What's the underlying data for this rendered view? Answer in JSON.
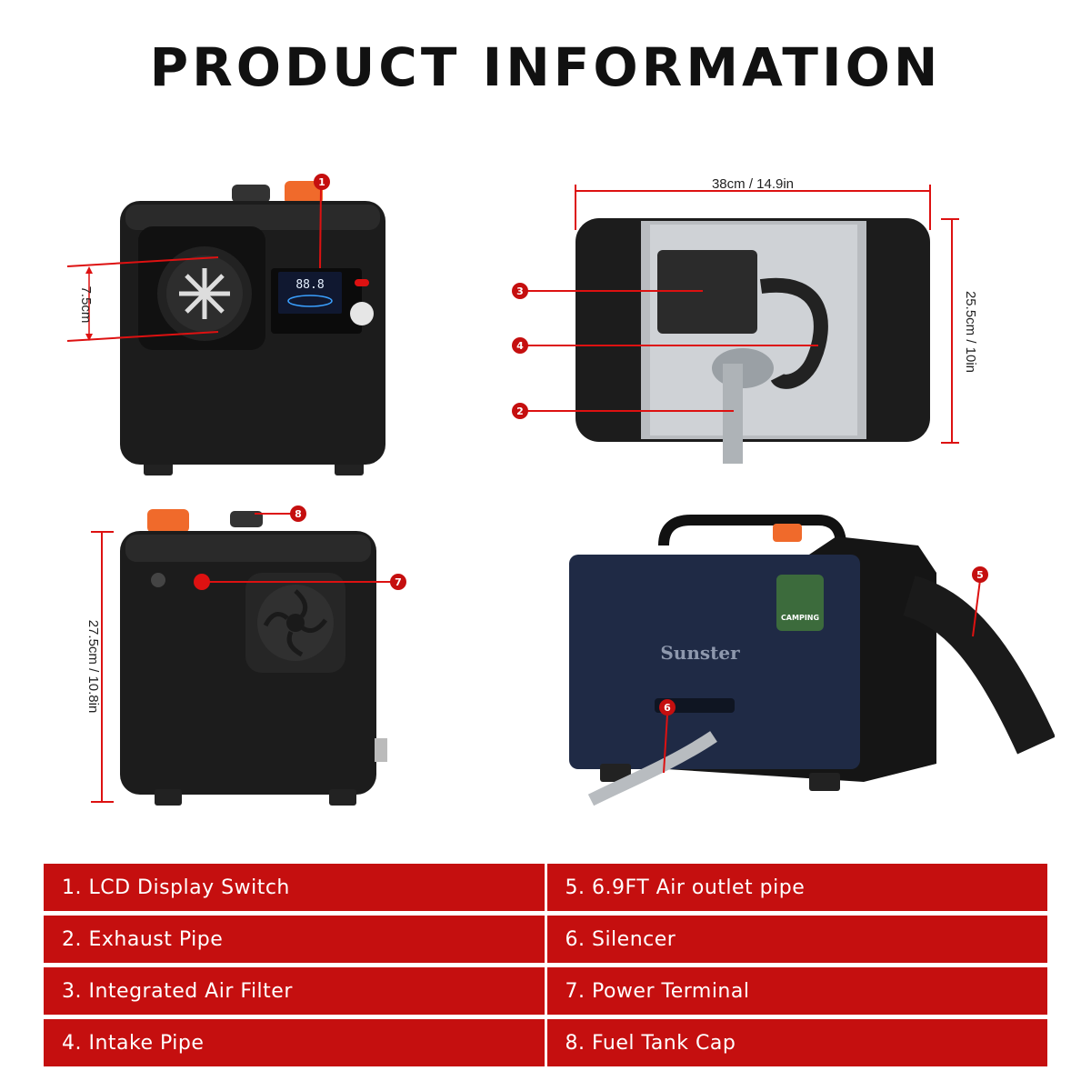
{
  "title": "PRODUCT INFORMATION",
  "dimensions": {
    "front_vent": "7.5cm",
    "width": "38cm / 14.9in",
    "depth": "25.5cm / 10in",
    "height": "27.5cm / 10.8in"
  },
  "callouts": [
    "1",
    "2",
    "3",
    "4",
    "5",
    "6",
    "7",
    "8"
  ],
  "brand": "Sunster",
  "sticker": "CAMPING",
  "lcd_text": "88.8",
  "parts": [
    {
      "label": "1. LCD Display Switch"
    },
    {
      "label": "5. 6.9FT Air outlet pipe"
    },
    {
      "label": "2. Exhaust Pipe"
    },
    {
      "label": "6. Silencer"
    },
    {
      "label": "3. Integrated Air Filter"
    },
    {
      "label": "7. Power Terminal"
    },
    {
      "label": "4. Intake Pipe"
    },
    {
      "label": "8. Fuel Tank Cap"
    }
  ],
  "colors": {
    "accent_red": "#c50f0f",
    "orange_cap": "#f06a2b",
    "navy_body": "#1f2a45"
  }
}
